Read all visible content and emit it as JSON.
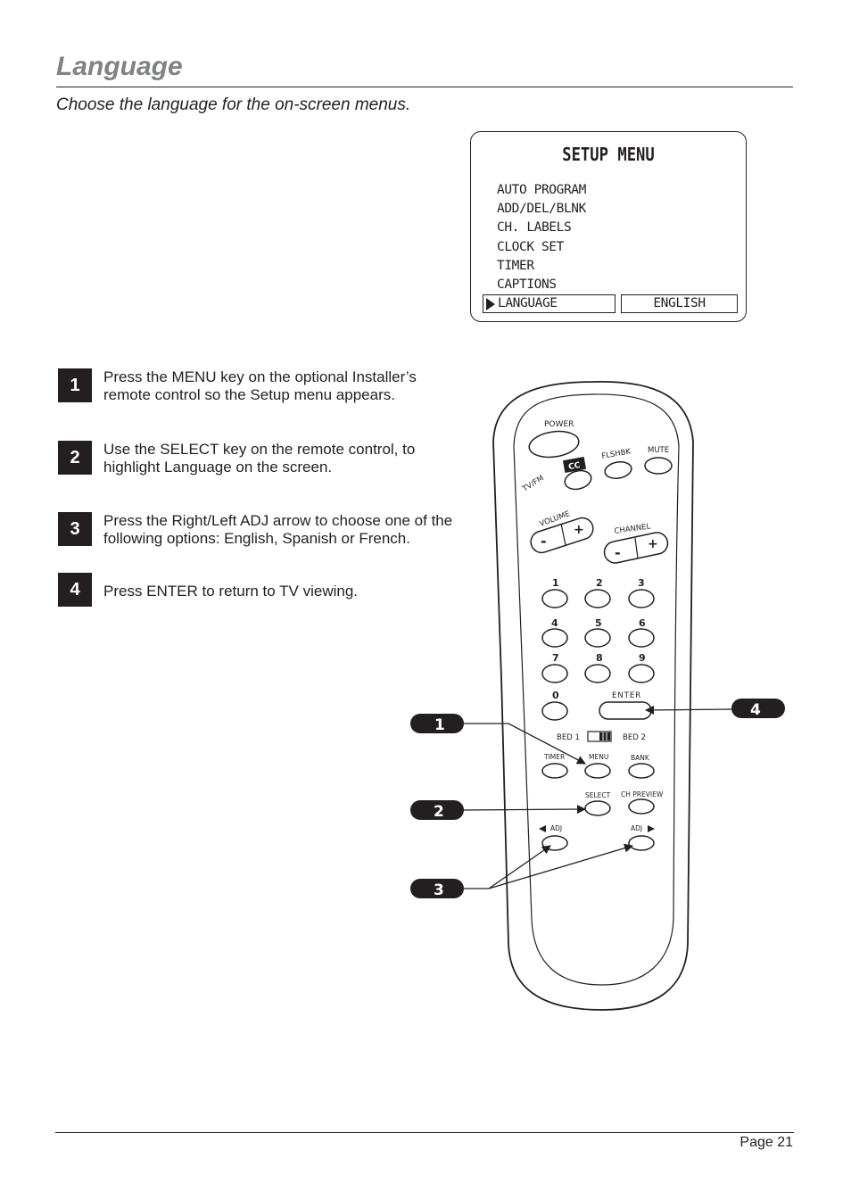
{
  "page": {
    "title": "Language",
    "subtitle": "Choose the language for the on-screen menus.",
    "page_number": "Page 21"
  },
  "setup_menu": {
    "title": "SETUP MENU",
    "items": [
      "AUTO PROGRAM",
      "ADD/DEL/BLNK",
      "CH. LABELS",
      "CLOCK SET",
      "TIMER",
      "CAPTIONS"
    ],
    "selected_item": "LANGUAGE",
    "selected_value": "ENGLISH"
  },
  "steps": [
    {
      "number": "1",
      "text": "Press the MENU key on the optional Installer’s remote control so the Setup menu appears."
    },
    {
      "number": "2",
      "text": "Use the SELECT key on the remote control, to highlight Language on the screen."
    },
    {
      "number": "3",
      "text": "Press the Right/Left ADJ arrow to choose one of the following options: English, Spanish or French."
    },
    {
      "number": "4",
      "text": "Press ENTER to return to TV viewing."
    }
  ],
  "remote": {
    "power": "POWER",
    "tvfm": "TV/FM",
    "cc": "CC",
    "flshbk": "FLSHBK",
    "mute": "MUTE",
    "volume": "VOLUME",
    "channel": "CHANNEL",
    "minus": "-",
    "plus": "+",
    "digits": [
      "1",
      "2",
      "3",
      "4",
      "5",
      "6",
      "7",
      "8",
      "9",
      "0"
    ],
    "enter": "ENTER",
    "bed1": "BED 1",
    "bed2": "BED 2",
    "timer": "TIMER",
    "menu": "MENU",
    "bank": "BANK",
    "select": "SELECT",
    "ch_preview": "CH PREVIEW",
    "adj": "ADJ",
    "callouts": [
      "1",
      "2",
      "3",
      "4"
    ]
  },
  "colors": {
    "title": "#808285",
    "ink": "#231f20"
  }
}
